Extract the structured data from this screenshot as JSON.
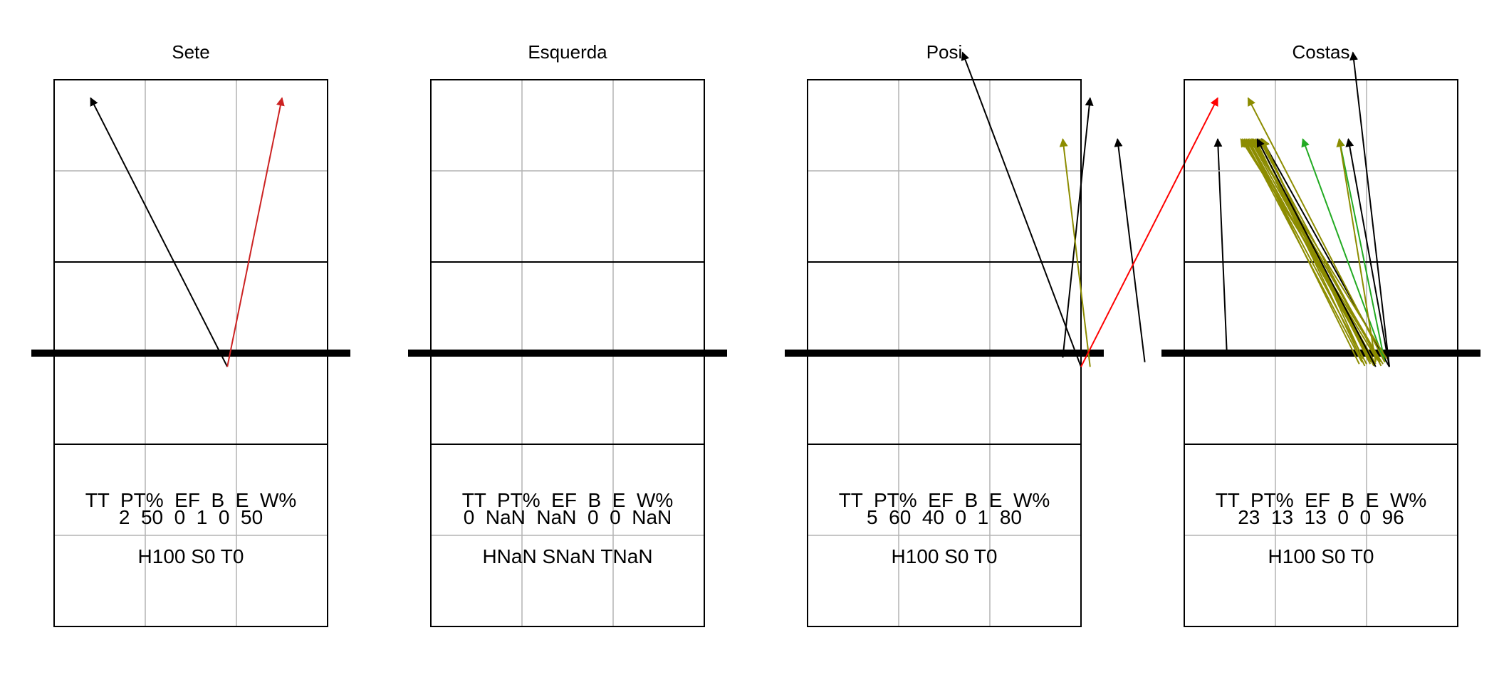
{
  "colors": {
    "black": "#000000",
    "red": "#ff0000",
    "darkred": "#cc2222",
    "olive": "#8c8c00",
    "green": "#22aa22",
    "grid": "#b3b3b3"
  },
  "chart_data": [
    {
      "type": "arrow-map",
      "title": "Sete",
      "stats_header": "TT  PT%  EF  B  E  W%",
      "stats_values": "2  50  0  1  0  50",
      "hst": "H100 S0 T0",
      "arrows": [
        {
          "x0": 1.9,
          "y0": -0.15,
          "x1": 0.4,
          "y1": 2.8,
          "color": "black"
        },
        {
          "x0": 1.9,
          "y0": -0.15,
          "x1": 2.5,
          "y1": 2.8,
          "color": "darkred"
        }
      ]
    },
    {
      "type": "arrow-map",
      "title": "Esquerda",
      "stats_header": "TT  PT%  EF  B  E  W%",
      "stats_values": "0  NaN  NaN  0  0  NaN",
      "hst": "HNaN SNaN TNaN",
      "arrows": []
    },
    {
      "type": "arrow-map",
      "title": "Posi",
      "stats_header": "TT  PT%  EF  B  E  W%",
      "stats_values": "5  60  40  0  1  80",
      "hst": "H100 S0 T0",
      "arrows": [
        {
          "x0": 3.0,
          "y0": -0.15,
          "x1": 1.7,
          "y1": 3.3,
          "color": "black"
        },
        {
          "x0": 2.8,
          "y0": -0.05,
          "x1": 3.1,
          "y1": 2.8,
          "color": "black"
        },
        {
          "x0": 3.7,
          "y0": -0.1,
          "x1": 3.4,
          "y1": 2.35,
          "color": "black"
        },
        {
          "x0": 4.6,
          "y0": 0.0,
          "x1": 4.5,
          "y1": 2.35,
          "color": "black"
        },
        {
          "x0": 3.1,
          "y0": -0.15,
          "x1": 2.8,
          "y1": 2.35,
          "color": "olive"
        },
        {
          "x0": 3.0,
          "y0": -0.15,
          "x1": 4.5,
          "y1": 2.8,
          "color": "red"
        }
      ]
    },
    {
      "type": "arrow-map",
      "title": "Costas",
      "stats_header": "TT  PT%  EF  B  E  W%",
      "stats_values": "23  13  13  0  0  96",
      "hst": "H100 S0 T0",
      "arrows": [
        {
          "x0": 2.25,
          "y0": -0.15,
          "x1": 1.85,
          "y1": 3.3,
          "color": "black"
        },
        {
          "x0": 2.25,
          "y0": -0.15,
          "x1": 1.8,
          "y1": 2.35,
          "color": "black"
        },
        {
          "x0": 2.25,
          "y0": -0.15,
          "x1": 0.85,
          "y1": 2.35,
          "color": "black"
        },
        {
          "x0": 2.2,
          "y0": -0.1,
          "x1": 1.7,
          "y1": 2.35,
          "color": "green"
        },
        {
          "x0": 2.2,
          "y0": -0.1,
          "x1": 1.3,
          "y1": 2.35,
          "color": "green"
        },
        {
          "x0": 2.1,
          "y0": -0.1,
          "x1": 1.7,
          "y1": 2.35,
          "color": "olive"
        },
        {
          "x0": 2.2,
          "y0": -0.1,
          "x1": 0.7,
          "y1": 2.8,
          "color": "olive"
        },
        {
          "x0": 2.15,
          "y0": -0.1,
          "x1": 0.75,
          "y1": 2.35,
          "color": "olive"
        },
        {
          "x0": 2.1,
          "y0": -0.12,
          "x1": 0.72,
          "y1": 2.35,
          "color": "olive"
        },
        {
          "x0": 2.05,
          "y0": -0.1,
          "x1": 0.7,
          "y1": 2.35,
          "color": "olive"
        },
        {
          "x0": 2.0,
          "y0": -0.12,
          "x1": 0.68,
          "y1": 2.35,
          "color": "olive"
        },
        {
          "x0": 1.95,
          "y0": -0.1,
          "x1": 0.66,
          "y1": 2.35,
          "color": "olive"
        },
        {
          "x0": 2.12,
          "y0": -0.08,
          "x1": 0.64,
          "y1": 2.35,
          "color": "olive"
        },
        {
          "x0": 2.18,
          "y0": -0.12,
          "x1": 0.62,
          "y1": 2.35,
          "color": "olive"
        },
        {
          "x0": 2.02,
          "y0": -0.08,
          "x1": 0.8,
          "y1": 2.35,
          "color": "olive"
        },
        {
          "x0": 1.98,
          "y0": -0.14,
          "x1": 0.78,
          "y1": 2.35,
          "color": "olive"
        },
        {
          "x0": 2.08,
          "y0": -0.14,
          "x1": 0.76,
          "y1": 2.35,
          "color": "olive"
        },
        {
          "x0": 2.14,
          "y0": -0.06,
          "x1": 0.74,
          "y1": 2.35,
          "color": "olive"
        },
        {
          "x0": 2.22,
          "y0": -0.06,
          "x1": 0.72,
          "y1": 2.35,
          "color": "olive"
        },
        {
          "x0": 1.92,
          "y0": -0.12,
          "x1": 0.7,
          "y1": 2.35,
          "color": "olive"
        },
        {
          "x0": 2.06,
          "y0": -0.06,
          "x1": 0.68,
          "y1": 2.35,
          "color": "olive"
        },
        {
          "x0": 2.16,
          "y0": -0.14,
          "x1": 0.82,
          "y1": 2.35,
          "color": "olive"
        },
        {
          "x0": 2.04,
          "y0": -0.12,
          "x1": 0.84,
          "y1": 2.35,
          "color": "olive"
        },
        {
          "x0": 1.96,
          "y0": -0.06,
          "x1": 0.86,
          "y1": 2.35,
          "color": "olive"
        },
        {
          "x0": 2.1,
          "y0": -0.15,
          "x1": 0.8,
          "y1": 2.35,
          "color": "black"
        }
      ]
    }
  ]
}
